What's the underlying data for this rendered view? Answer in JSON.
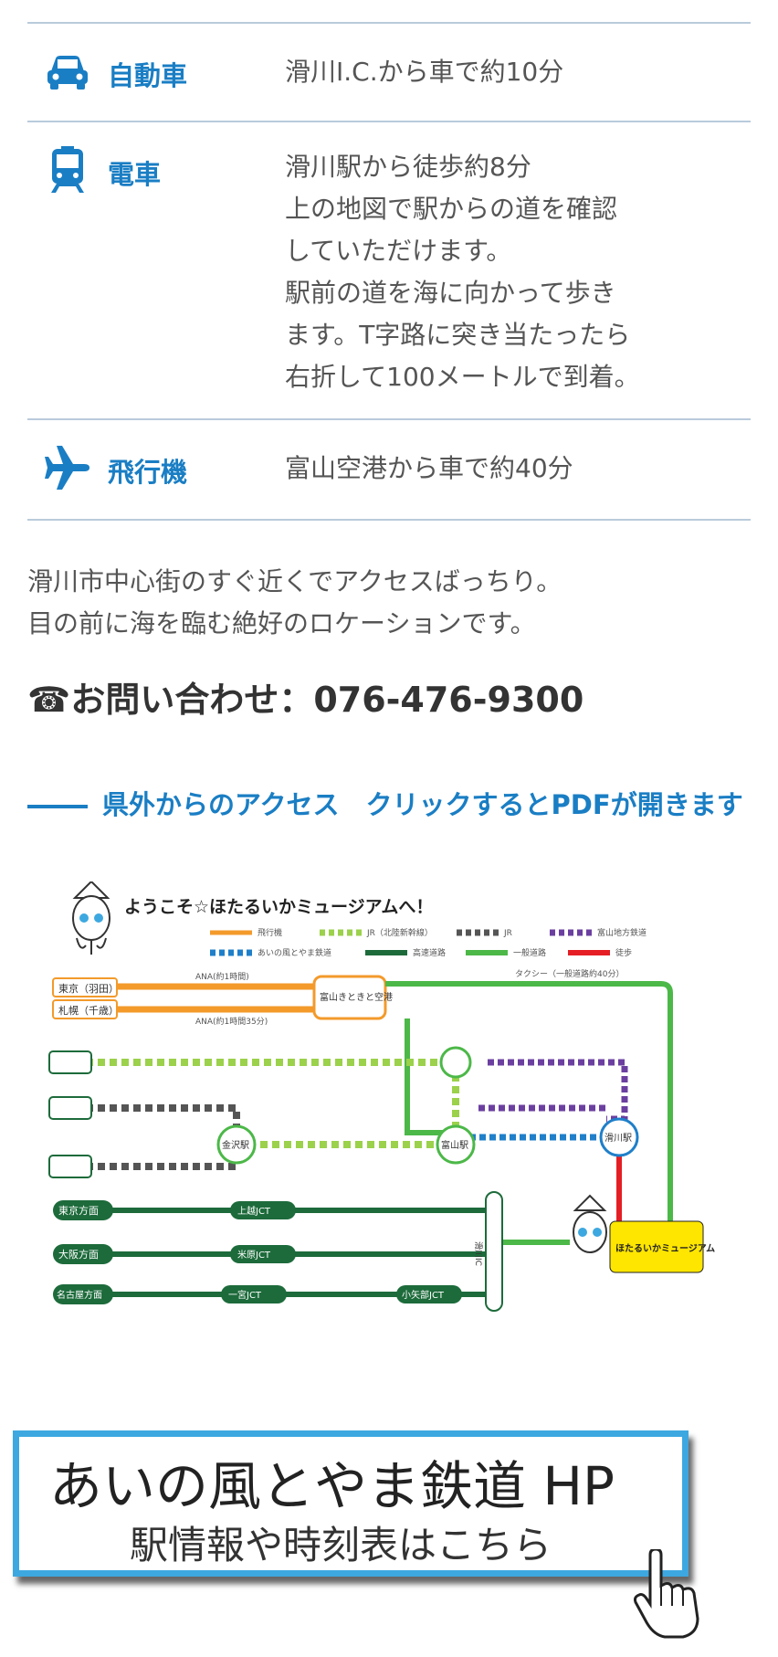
{
  "access_rows": [
    {
      "icon": "car-icon",
      "label": "自動車",
      "lines": [
        "滑川I.C.から車で約10分"
      ]
    },
    {
      "icon": "train-icon",
      "label": "電車",
      "lines": [
        "滑川駅から徒歩約8分",
        "上の地図で駅からの道を確認",
        "していただけます。",
        "駅前の道を海に向かって歩き",
        "ます。T字路に突き当たったら",
        "右折して100メートルで到着。"
      ]
    },
    {
      "icon": "airplane-icon",
      "label": "飛行機",
      "lines": [
        "富山空港から車で約40分"
      ]
    }
  ],
  "intro": [
    "滑川市中心街のすぐ近くでアクセスばっちり。",
    "目の前に海を臨む絶好のロケーションです。"
  ],
  "contact": {
    "text": "☎お問い合わせ：076-476-9300"
  },
  "pdf_section": {
    "title": "県外からのアクセス　クリックするとPDFが開きます"
  },
  "map": {
    "heading": "ようこそ☆ほたるいかミュージアムへ！",
    "legend": [
      "飛行機",
      "JR（北陸新幹線）",
      "JR",
      "富山地方鉄道",
      "あいの風とやま鉄道",
      "高速道路",
      "一般道路",
      "徒歩"
    ],
    "places": {
      "tokyo": "東京（羽田）",
      "sapporo": "札幌（千歳）",
      "airport": "富山きときと空港",
      "tokyo_dir": "東京方面",
      "osaka_dir": "大阪方面",
      "nagoya_dir": "名古屋方面",
      "kanazawa": "金沢駅",
      "toyama": "富山駅",
      "namerikawa": "滑川駅",
      "museum": "ほたるいかミュージアム",
      "jct1": "上越JCT",
      "jct2": "米原JCT",
      "jct3": "一宮JCT",
      "jct4": "小矢部JCT",
      "ic": "滑川IC"
    },
    "notes": {
      "ana1": "ANA(約1時間)",
      "ana2": "ANA(約1時間35分)",
      "taxi": "タクシー（一般道路約40分）"
    }
  },
  "colors": {
    "accent": "#1a7ec4",
    "divider": "#b9cbdc",
    "cta_border": "#3da8e0",
    "air": "#f39a2b",
    "shinkansen": "#9bd14b",
    "jr": "#8c8c8c",
    "chitetsu": "#6b3fa0",
    "ainokaze": "#1f7fc9",
    "highway": "#1d6b3b",
    "road": "#4cb848",
    "walk": "#e51e25"
  },
  "cta": {
    "title": "あいの風とやま鉄道 HP",
    "subtitle": "駅情報や時刻表はこちら"
  }
}
